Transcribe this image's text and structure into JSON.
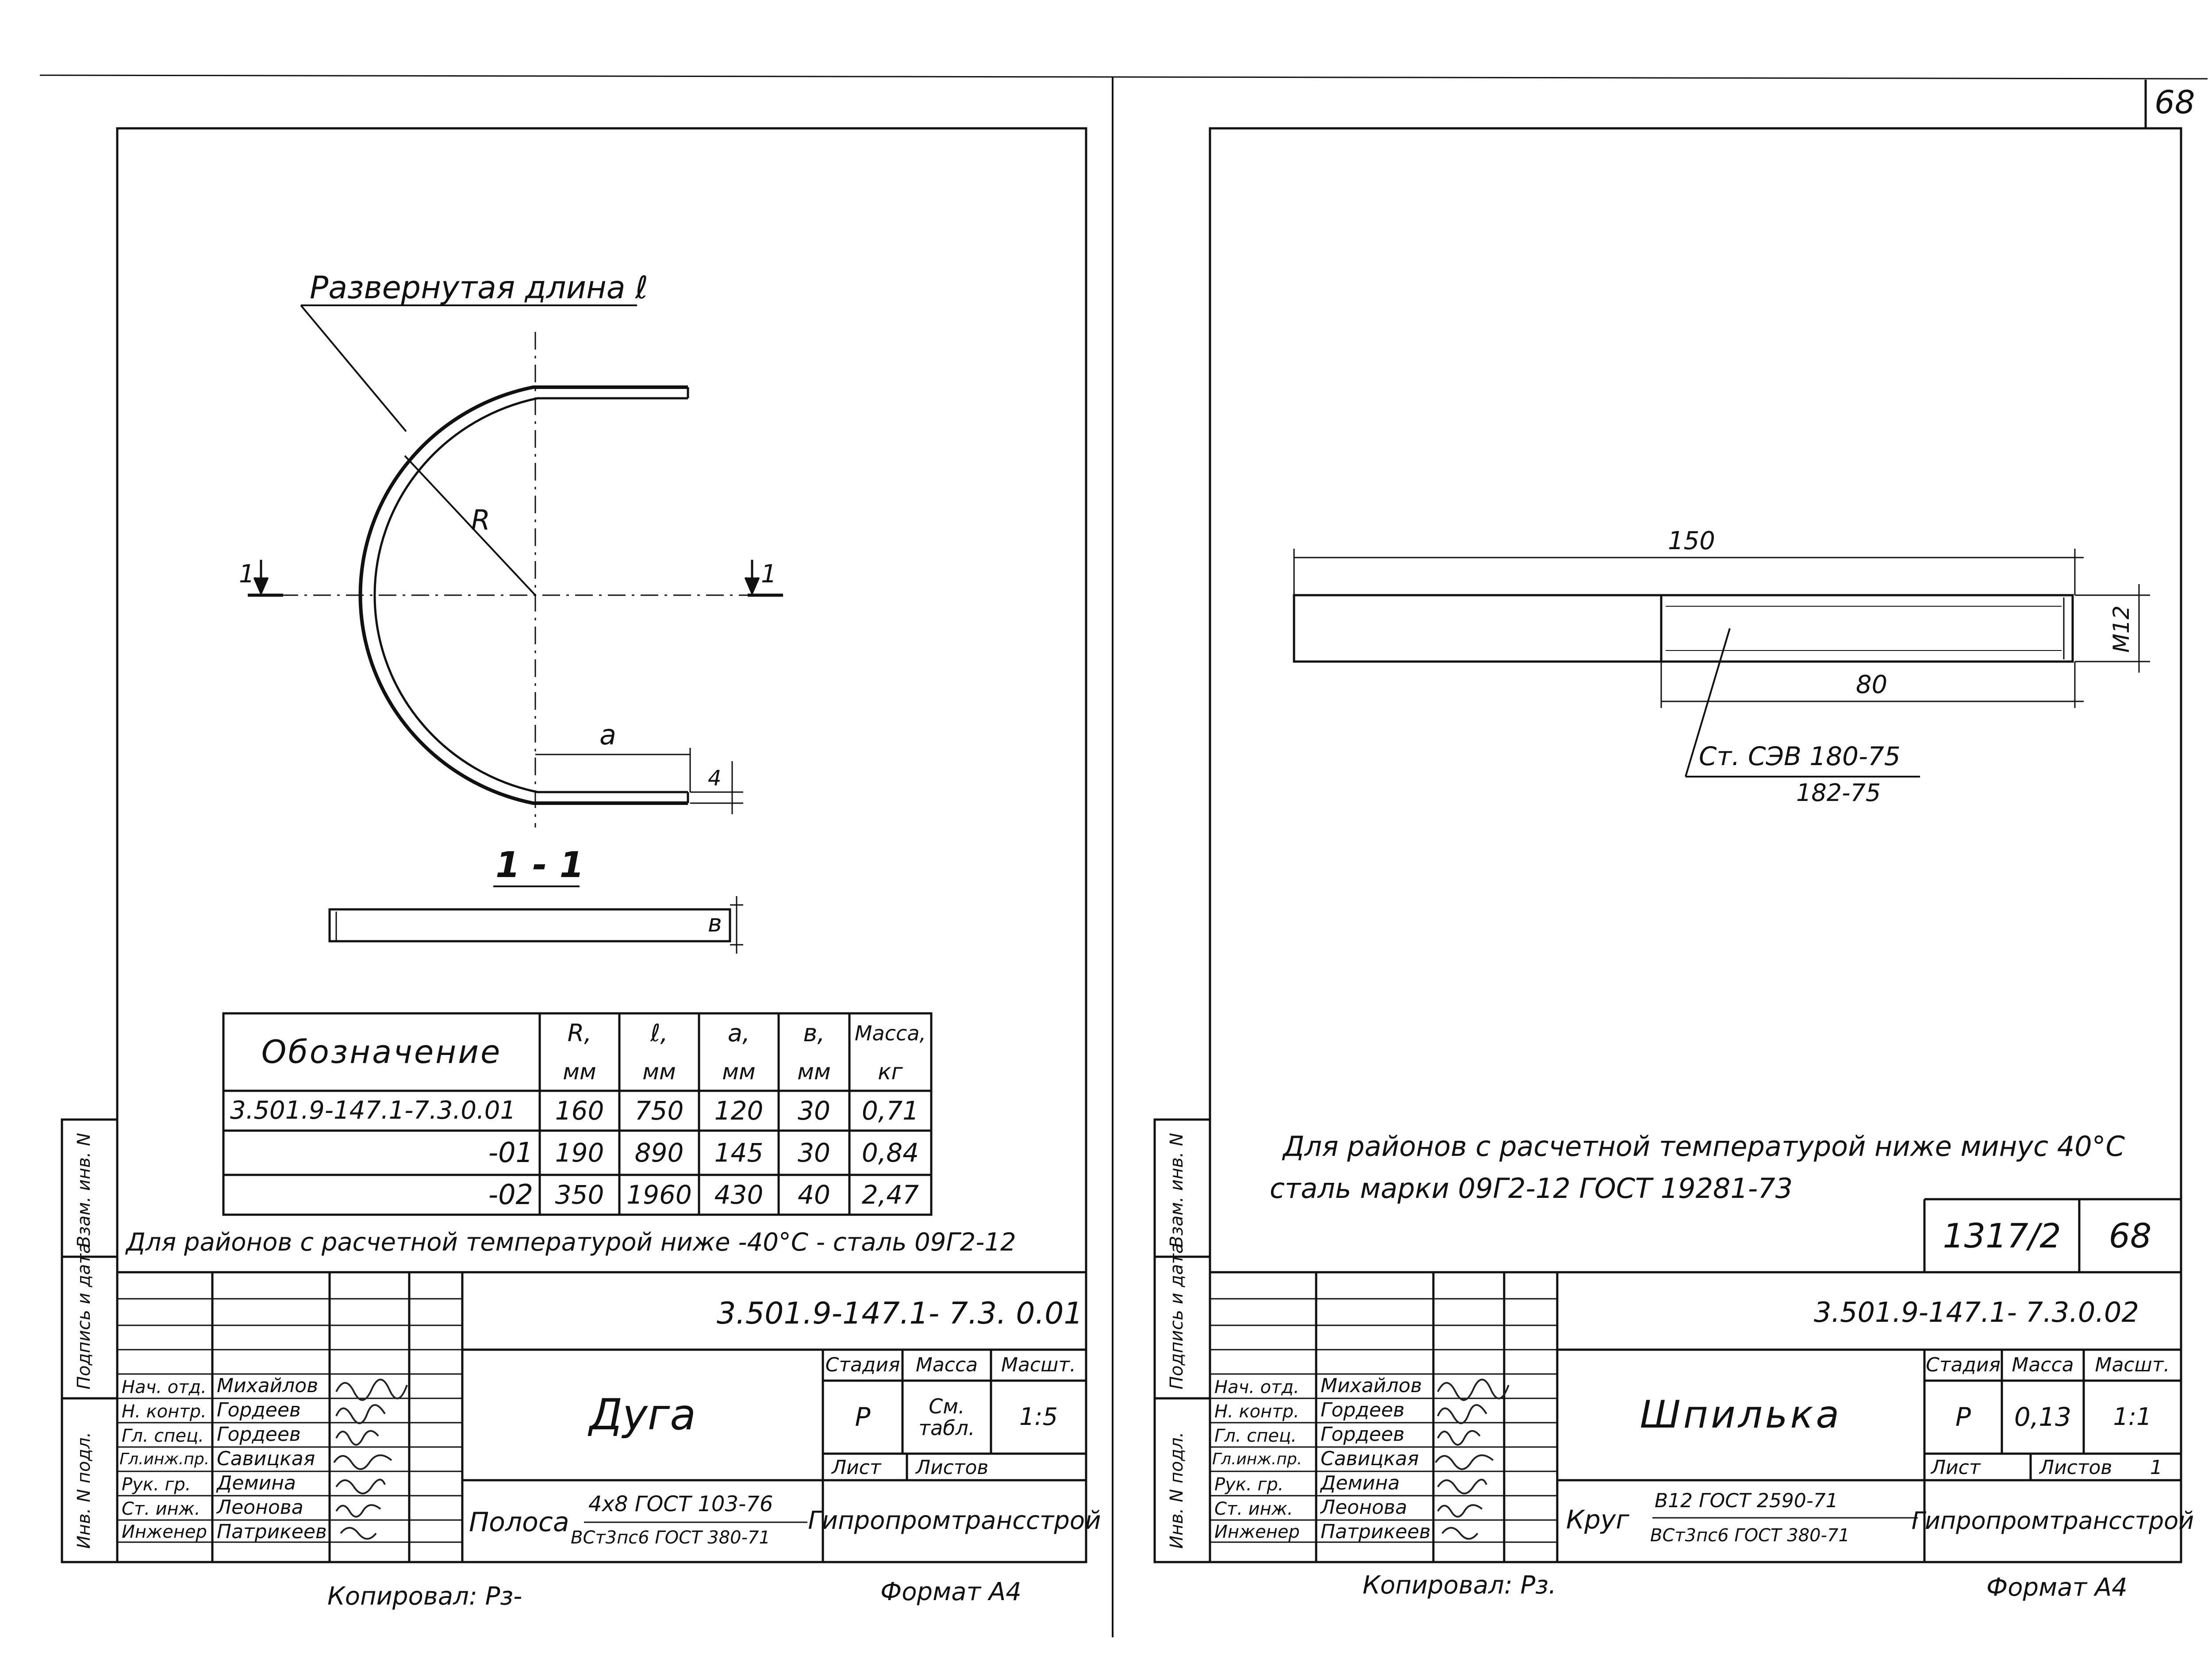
{
  "page_number": "68",
  "left": {
    "leader_label": "Развернутая длина ℓ",
    "radius_label": "R",
    "dim_a": "a",
    "dim_thickness": "4",
    "section_mark": "1",
    "section_title": "1 - 1",
    "dim_width": "в",
    "table": {
      "headers": [
        {
          "top": "Обозначение",
          "bottom": ""
        },
        {
          "top": "R,",
          "bottom": "мм"
        },
        {
          "top": "ℓ,",
          "bottom": "мм"
        },
        {
          "top": "a,",
          "bottom": "мм"
        },
        {
          "top": "в,",
          "bottom": "мм"
        },
        {
          "top": "Масса,",
          "bottom": "кг"
        }
      ],
      "rows": [
        [
          "3.501.9-147.1-7.3.0.01",
          "160",
          "750",
          "120",
          "30",
          "0,71"
        ],
        [
          "-01",
          "190",
          "890",
          "145",
          "30",
          "0,84"
        ],
        [
          "-02",
          "350",
          "1960",
          "430",
          "40",
          "2,47"
        ]
      ]
    },
    "note": "Для районов с расчетной температурой ниже -40°С - сталь 09Г2-12",
    "stamp": {
      "doc_code": "3.501.9-147.1- 7.3. 0.01",
      "title": "Дуга",
      "stage_label": "Стадия",
      "mass_label": "Масса",
      "scale_label": "Масшт.",
      "stage": "Р",
      "mass": "См. табл.",
      "scale": "1:5",
      "sheet_label": "Лист",
      "sheets_label": "Листов",
      "sheets": "",
      "material_prefix": "Полоса",
      "material_top": "4x8 ГОСТ 103-76",
      "material_bottom": "ВСт3пс6 ГОСТ 380-71",
      "organization": "Гипропромтрансстрой",
      "people": [
        {
          "role": "Нач. отд.",
          "name": "Михайлов"
        },
        {
          "role": "Н. контр.",
          "name": "Гордеев"
        },
        {
          "role": "Гл. спец.",
          "name": "Гордеев"
        },
        {
          "role": "Гл.инж.пр.",
          "name": "Савицкая"
        },
        {
          "role": "Рук. гр.",
          "name": "Демина"
        },
        {
          "role": "Ст. инж.",
          "name": "Леонова"
        },
        {
          "role": "Инженер",
          "name": "Патрикеев"
        }
      ],
      "side_labels": [
        "Инв. N подл.",
        "Подпись и дата",
        "Взам. инв. N"
      ]
    },
    "copied": "Копировал: Рз-",
    "format": "Формат А4"
  },
  "right": {
    "dim_length": "150",
    "dim_thread": "80",
    "dim_diameter": "М12",
    "steel_top": "Ст. СЭВ 180-75",
    "steel_bottom": "182-75",
    "note_line1": "Для районов с расчетной температурой ниже минус 40°С",
    "note_line2": "сталь марки 09Г2-12 ГОСТ 19281-73",
    "box_code": "1317/2",
    "box_page": "68",
    "stamp": {
      "doc_code": "3.501.9-147.1- 7.3.0.02",
      "title": "Шпилька",
      "stage_label": "Стадия",
      "mass_label": "Масса",
      "scale_label": "Масшт.",
      "stage": "Р",
      "mass": "0,13",
      "scale": "1:1",
      "sheet_label": "Лист",
      "sheets_label": "Листов",
      "sheets": "1",
      "material_prefix": "Круг",
      "material_top": "В12 ГОСТ 2590-71",
      "material_bottom": "ВСт3пс6 ГОСТ 380-71",
      "organization": "Гипропромтрансстрой",
      "people": [
        {
          "role": "Нач. отд.",
          "name": "Михайлов"
        },
        {
          "role": "Н. контр.",
          "name": "Гордеев"
        },
        {
          "role": "Гл. спец.",
          "name": "Гордеев"
        },
        {
          "role": "Гл.инж.пр.",
          "name": "Савицкая"
        },
        {
          "role": "Рук. гр.",
          "name": "Демина"
        },
        {
          "role": "Ст. инж.",
          "name": "Леонова"
        },
        {
          "role": "Инженер",
          "name": "Патрикеев"
        }
      ],
      "side_labels": [
        "Инв. N подл.",
        "Подпись и дата",
        "Взам. инв. N"
      ]
    },
    "copied": "Копировал: Рз.",
    "format": "Формат А4"
  }
}
